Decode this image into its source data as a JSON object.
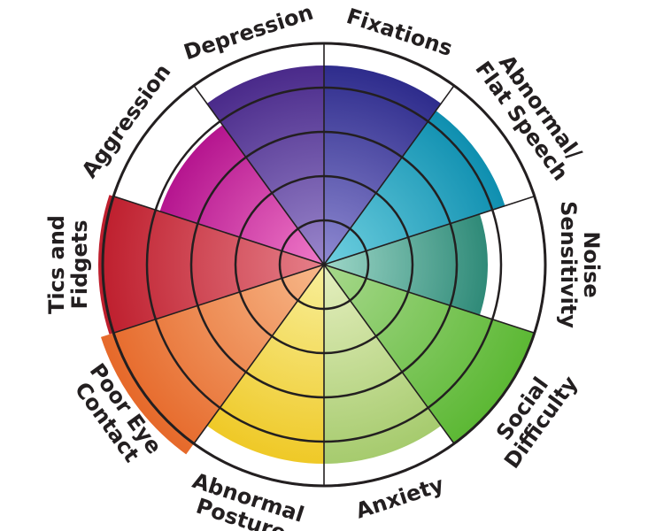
{
  "chart_data": {
    "type": "radial-bar",
    "rings": 6,
    "grid": true,
    "categories": [
      "Fixations",
      "Abnormal/ Flat Speech",
      "Noise Sensitivity",
      "Social Difficulty",
      "Anxiety",
      "Abnormal Posture",
      "Poor Eye Contact",
      "Tics and Fidgets",
      "Aggression",
      "Depression"
    ],
    "values": [
      4.5,
      4.3,
      3.7,
      5.0,
      4.5,
      4.5,
      5.3,
      5.1,
      3.9,
      4.5
    ],
    "colors": [
      [
        "#8f8ad2",
        "#2e2c8c"
      ],
      [
        "#6fd0e0",
        "#0f8fb0"
      ],
      [
        "#9ed7c8",
        "#2f8a78"
      ],
      [
        "#a7d88c",
        "#5cb834"
      ],
      [
        "#e6efc0",
        "#a6cb6e"
      ],
      [
        "#f8ef9a",
        "#efc927"
      ],
      [
        "#f7b88a",
        "#e6692a"
      ],
      [
        "#e6808a",
        "#be1e2d"
      ],
      [
        "#f07ac8",
        "#b5158f"
      ],
      [
        "#9a87cc",
        "#4a2a8a"
      ]
    ]
  }
}
